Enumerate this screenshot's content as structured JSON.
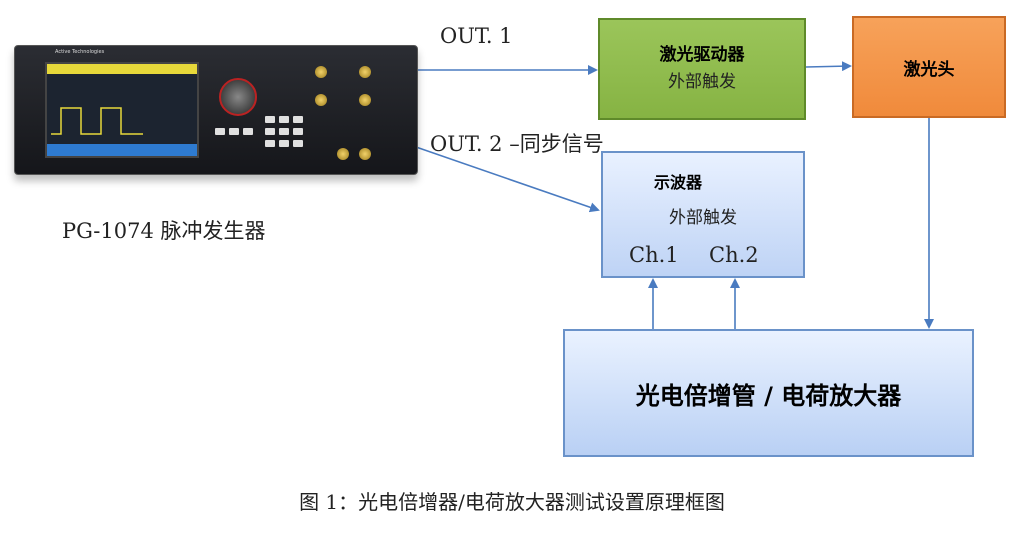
{
  "device": {
    "caption": "PG-1074 脉冲发生器",
    "brand": "Active Technologies"
  },
  "connections": {
    "out1_label": "OUT. 1",
    "out2_label": "OUT. 2 –同步信号"
  },
  "blocks": {
    "laser_driver": {
      "title": "激光驱动器",
      "subtitle": "外部触发"
    },
    "laser_head": {
      "title": "激光头"
    },
    "oscilloscope": {
      "title": "示波器",
      "subtitle": "外部触发",
      "ch1": "Ch.1",
      "ch2": "Ch.2"
    },
    "pmt_amp": {
      "title": "光电倍增管 / 电荷放大器"
    }
  },
  "figure_caption": "图 1：光电倍增器/电荷放大器测试设置原理框图",
  "colors": {
    "arrow": "#4a7bc0",
    "driver_fill": "#8fbc4b",
    "head_fill": "#f39447",
    "blue_fill": "#cfdffa"
  }
}
